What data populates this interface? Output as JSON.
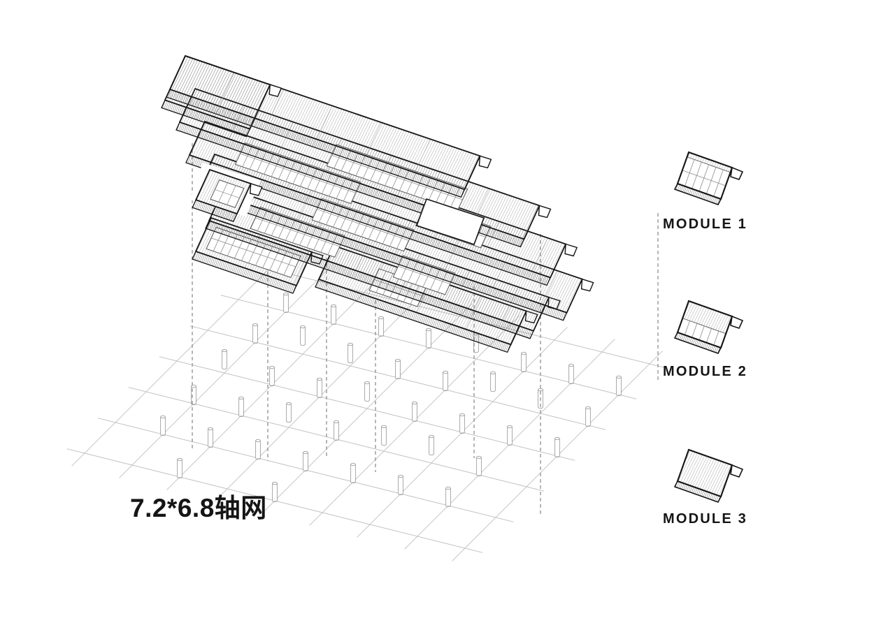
{
  "drawing": {
    "grid_label": "7.2*6.8轴网"
  },
  "modules": [
    {
      "label": "MODULE 1",
      "style": "skylight-glass module with ribbed edges"
    },
    {
      "label": "MODULE 2",
      "style": "half ribbed, half glass module"
    },
    {
      "label": "MODULE 3",
      "style": "fully ribbed module"
    }
  ],
  "axis_grid": {
    "cells_long": 8,
    "cells_short": 6
  },
  "colors": {
    "background": "#ffffff",
    "outline": "#151515",
    "hatch": "#5f5f5f",
    "hatch_dense": "#3a3a3a",
    "glass_line": "#8c8c8c",
    "glass_frame": "#555555",
    "axis_grid_line": "#bfbfbf",
    "column_line": "#a0a0a0",
    "dashed_line": "#8f8f8f",
    "text": "#151515"
  }
}
